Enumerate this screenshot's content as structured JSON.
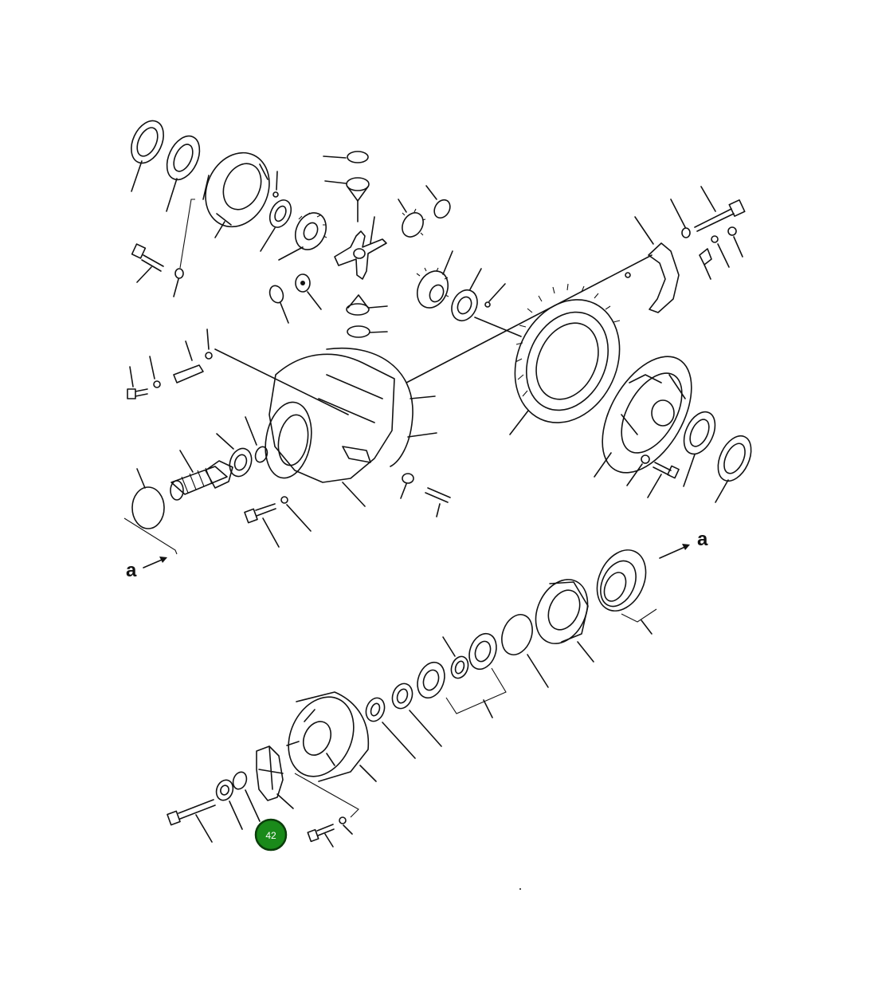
{
  "diagram": {
    "callout_letters": [
      "a",
      "a"
    ],
    "hotspot": {
      "label": "42",
      "fill_color": "#1a8a1a",
      "ring_color": "#0b3d0b",
      "text_color": "#ffffff"
    },
    "line_color": "#111111",
    "background_color": "#ffffff"
  }
}
